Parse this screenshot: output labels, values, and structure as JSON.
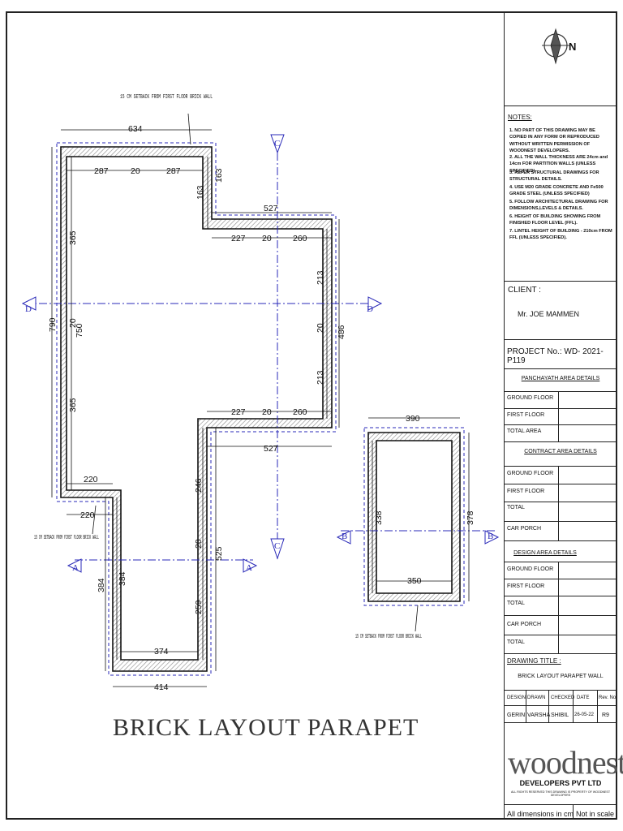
{
  "drawing": {
    "title": "BRICK LAYOUT PARAPET",
    "setback_note": "15 CM SETBACK FROM FIRST FLOOR BRICK WALL",
    "section_labels": [
      "A",
      "B",
      "C",
      "D"
    ],
    "dims": {
      "top_overall": "634",
      "top_left": "287",
      "top_mid": "20",
      "top_right": "287",
      "step_v1": "163",
      "step_v2": "163",
      "mid_top_overall": "527",
      "mid_top_left": "227",
      "mid_top_mid": "20",
      "mid_top_right": "260",
      "left_overall": "790",
      "left_mid": "20",
      "left_inner": "750",
      "left_upper": "365",
      "left_lower": "365",
      "right_upper": "213",
      "right_mid": "20",
      "right_lower": "213",
      "right_overall": "486",
      "mid_bot_left": "227",
      "mid_bot_mid": "20",
      "mid_bot_right": "260",
      "mid_bot_overall": "527",
      "notch_top": "220",
      "notch_bot": "220",
      "leg_right_upper": "246",
      "leg_right_mid": "20",
      "leg_right_overall": "525",
      "leg_right_lower": "259",
      "leg_left_outer": "384",
      "leg_left_inner": "384",
      "bottom_inner": "374",
      "bottom_overall": "414",
      "box_top": "390",
      "box_left": "338",
      "box_right": "378",
      "box_inner": "350"
    }
  },
  "title_block": {
    "north": "N",
    "notes_heading": "NOTES:",
    "notes": [
      "1. NO PART OF THIS DRAWING MAY BE COPIED IN ANY FORM OR REPRODUCED WITHOUT WRITTEN PERMISSION OF WOODNEST DEVELOPERS.",
      "2. ALL THE WALL THICKNESS ARE 24cm and 14cm FOR PARTITION WALLS (UNLESS SPECIFIED).",
      "3. REFER STRUCTURAL DRAWINGS FOR STRUCTURAL DETAILS.",
      "4. USE M20 GRADE CONCRETE AND Fe500 GRADE STEEL (UNLESS SPECIFIED)",
      "5. FOLLOW ARCHITECTURAL DRAWING FOR DIMENSIONS,LEVELS & DETAILS.",
      "6. HEIGHT OF BUILDING SHOWING FROM FINISHED FLOOR LEVEL (FFL).",
      "7. LINTEL HEIGHT OF BUILDING - 210cm FROM FFL (UNLESS SPECIFIED)."
    ],
    "client_label": "CLIENT :",
    "client_name": "Mr. JOE MAMMEN",
    "project_label": "PROJECT No.:",
    "project_no": "WD- 2021- P119",
    "panchayath_heading": "PANCHAYATH AREA DETAILS",
    "panchayath_rows": [
      "GROUND FLOOR",
      "FIRST FLOOR",
      "TOTAL AREA"
    ],
    "contract_heading": "CONTRACT AREA DETAILS",
    "contract_rows": [
      "GROUND FLOOR",
      "FIRST FLOOR",
      "TOTAL",
      "CAR PORCH"
    ],
    "design_heading": "DESIGN AREA DETAILS",
    "design_rows": [
      "GROUND FLOOR",
      "FIRST FLOOR",
      "TOTAL",
      "CAR PORCH",
      "TOTAL"
    ],
    "drawing_title_label": "DRAWING TITLE :",
    "drawing_title": "BRICK LAYOUT PARAPET WALL",
    "signoff_headers": [
      "DESIGN",
      "DRAWN",
      "CHECKED",
      "DATE",
      "Rev. No"
    ],
    "signoff_values": [
      "GERIN",
      "VARSHA",
      "SHIBIL",
      "26-05-22",
      "R9"
    ],
    "logo": "woodnest",
    "company": "DEVELOPERS PVT LTD",
    "rights": "ALL RIGHTS RESERVED THIS DRAWING IS PROPERTY OF WOODNEST DEVELOPERS",
    "footer_left": "All dimensions in cm",
    "footer_right": "Not in scale"
  }
}
